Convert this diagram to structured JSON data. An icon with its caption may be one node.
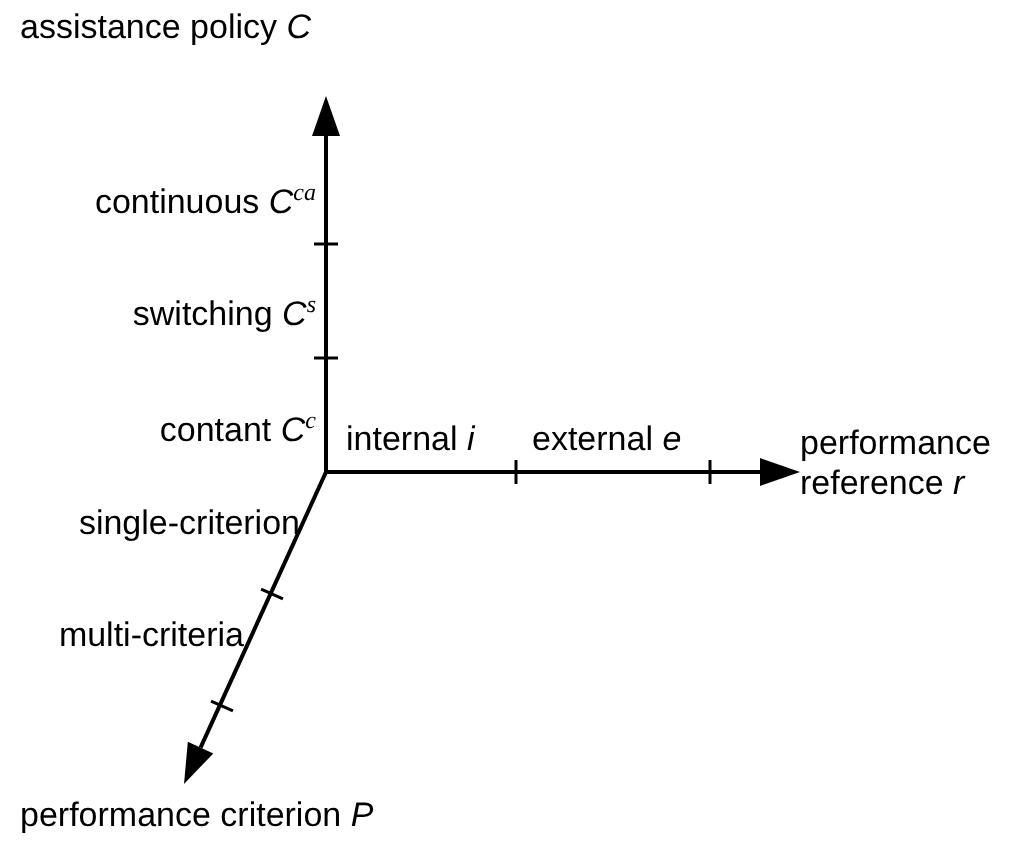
{
  "diagram": {
    "labels": [
      "assistance policy *C*",
      "continuous *C*$^{ca}$",
      "switching *C*$^{s}$",
      "contant *C*$^{c}$",
      "internal *i*",
      "external *e*",
      "performance reference *r*",
      "single-criterion",
      "multi-criteria",
      "performance criterion *P*"
    ]
  }
}
